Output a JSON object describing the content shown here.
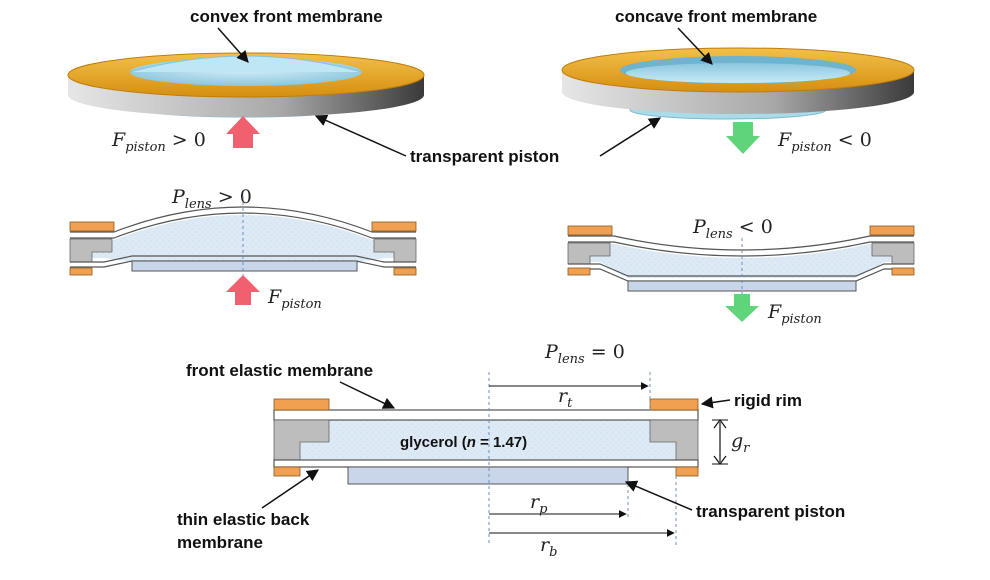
{
  "labels": {
    "convex_front_membrane": "convex front membrane",
    "concave_front_membrane": "concave front membrane",
    "transparent_piston_top": "transparent  piston",
    "front_elastic_membrane": "front elastic membrane",
    "rigid_rim": "rigid rim",
    "thin_elastic_back_membrane_line1": "thin elastic back",
    "thin_elastic_back_membrane_line2": "membrane",
    "transparent_piston_bottom": "transparent  piston",
    "glycerol_prefix": "glycerol (",
    "glycerol_n": "n",
    "glycerol_suffix": " = 1.47)"
  },
  "math": {
    "F": "F",
    "piston_sub": "piston",
    "P": "P",
    "lens_sub": "lens",
    "gt_zero": " > 0",
    "lt_zero": " < 0",
    "eq_zero": " = 0",
    "r": "r",
    "t_sub": "t",
    "p_sub": "p",
    "b_sub": "b",
    "g": "g",
    "r_sub": "r"
  },
  "colors": {
    "rim_gold": "#e8a21a",
    "rim_orange": "#f0a050",
    "rim_gray": "#bdbdbd",
    "glycerol_blue": "#dbe8f4",
    "piston_blue": "#c9d6ea",
    "arrow_red": "#f0606e",
    "arrow_green": "#5fd47a",
    "dashed_blue": "#6b8fc4"
  }
}
